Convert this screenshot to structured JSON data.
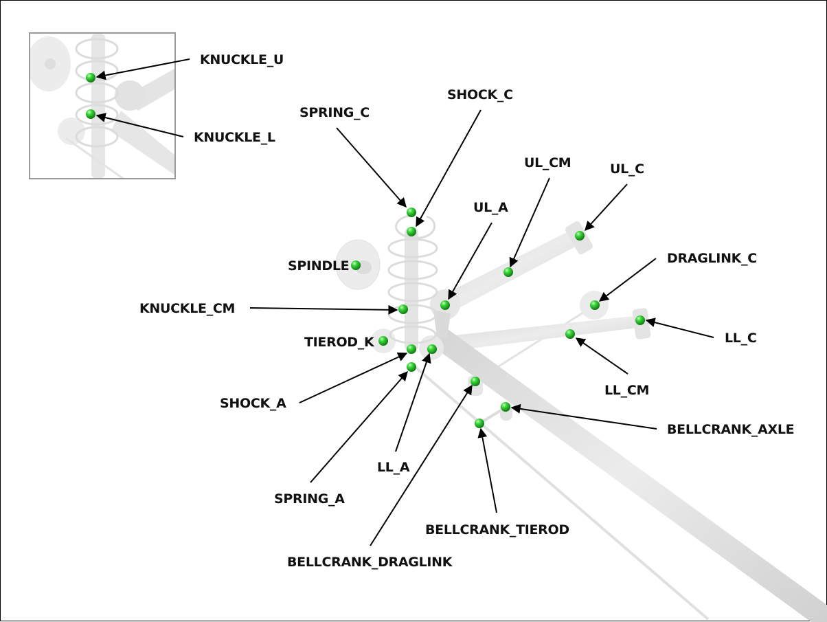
{
  "diagram": {
    "title": "Suspension hardpoint markers",
    "marker_color": "#2fc22f",
    "inset": {
      "labels": [
        {
          "id": "knuckle_u",
          "text": "KNUCKLE_U"
        },
        {
          "id": "knuckle_l",
          "text": "KNUCKLE_L"
        }
      ]
    },
    "labels": [
      {
        "id": "spring_c",
        "text": "SPRING_C"
      },
      {
        "id": "shock_c",
        "text": "SHOCK_C"
      },
      {
        "id": "ul_cm",
        "text": "UL_CM"
      },
      {
        "id": "ul_c",
        "text": "UL_C"
      },
      {
        "id": "ul_a",
        "text": "UL_A"
      },
      {
        "id": "spindle",
        "text": "SPINDLE"
      },
      {
        "id": "draglink_c",
        "text": "DRAGLINK_C"
      },
      {
        "id": "knuckle_cm",
        "text": "KNUCKLE_CM"
      },
      {
        "id": "tierod_k",
        "text": "TIEROD_K"
      },
      {
        "id": "ll_c",
        "text": "LL_C"
      },
      {
        "id": "ll_cm",
        "text": "LL_CM"
      },
      {
        "id": "shock_a",
        "text": "SHOCK_A"
      },
      {
        "id": "bellcrank_axle",
        "text": "BELLCRANK_AXLE"
      },
      {
        "id": "ll_a",
        "text": "LL_A"
      },
      {
        "id": "spring_a",
        "text": "SPRING_A"
      },
      {
        "id": "bellcrank_tierod",
        "text": "BELLCRANK_TIEROD"
      },
      {
        "id": "bellcrank_draglink",
        "text": "BELLCRANK_DRAGLINK"
      }
    ]
  }
}
